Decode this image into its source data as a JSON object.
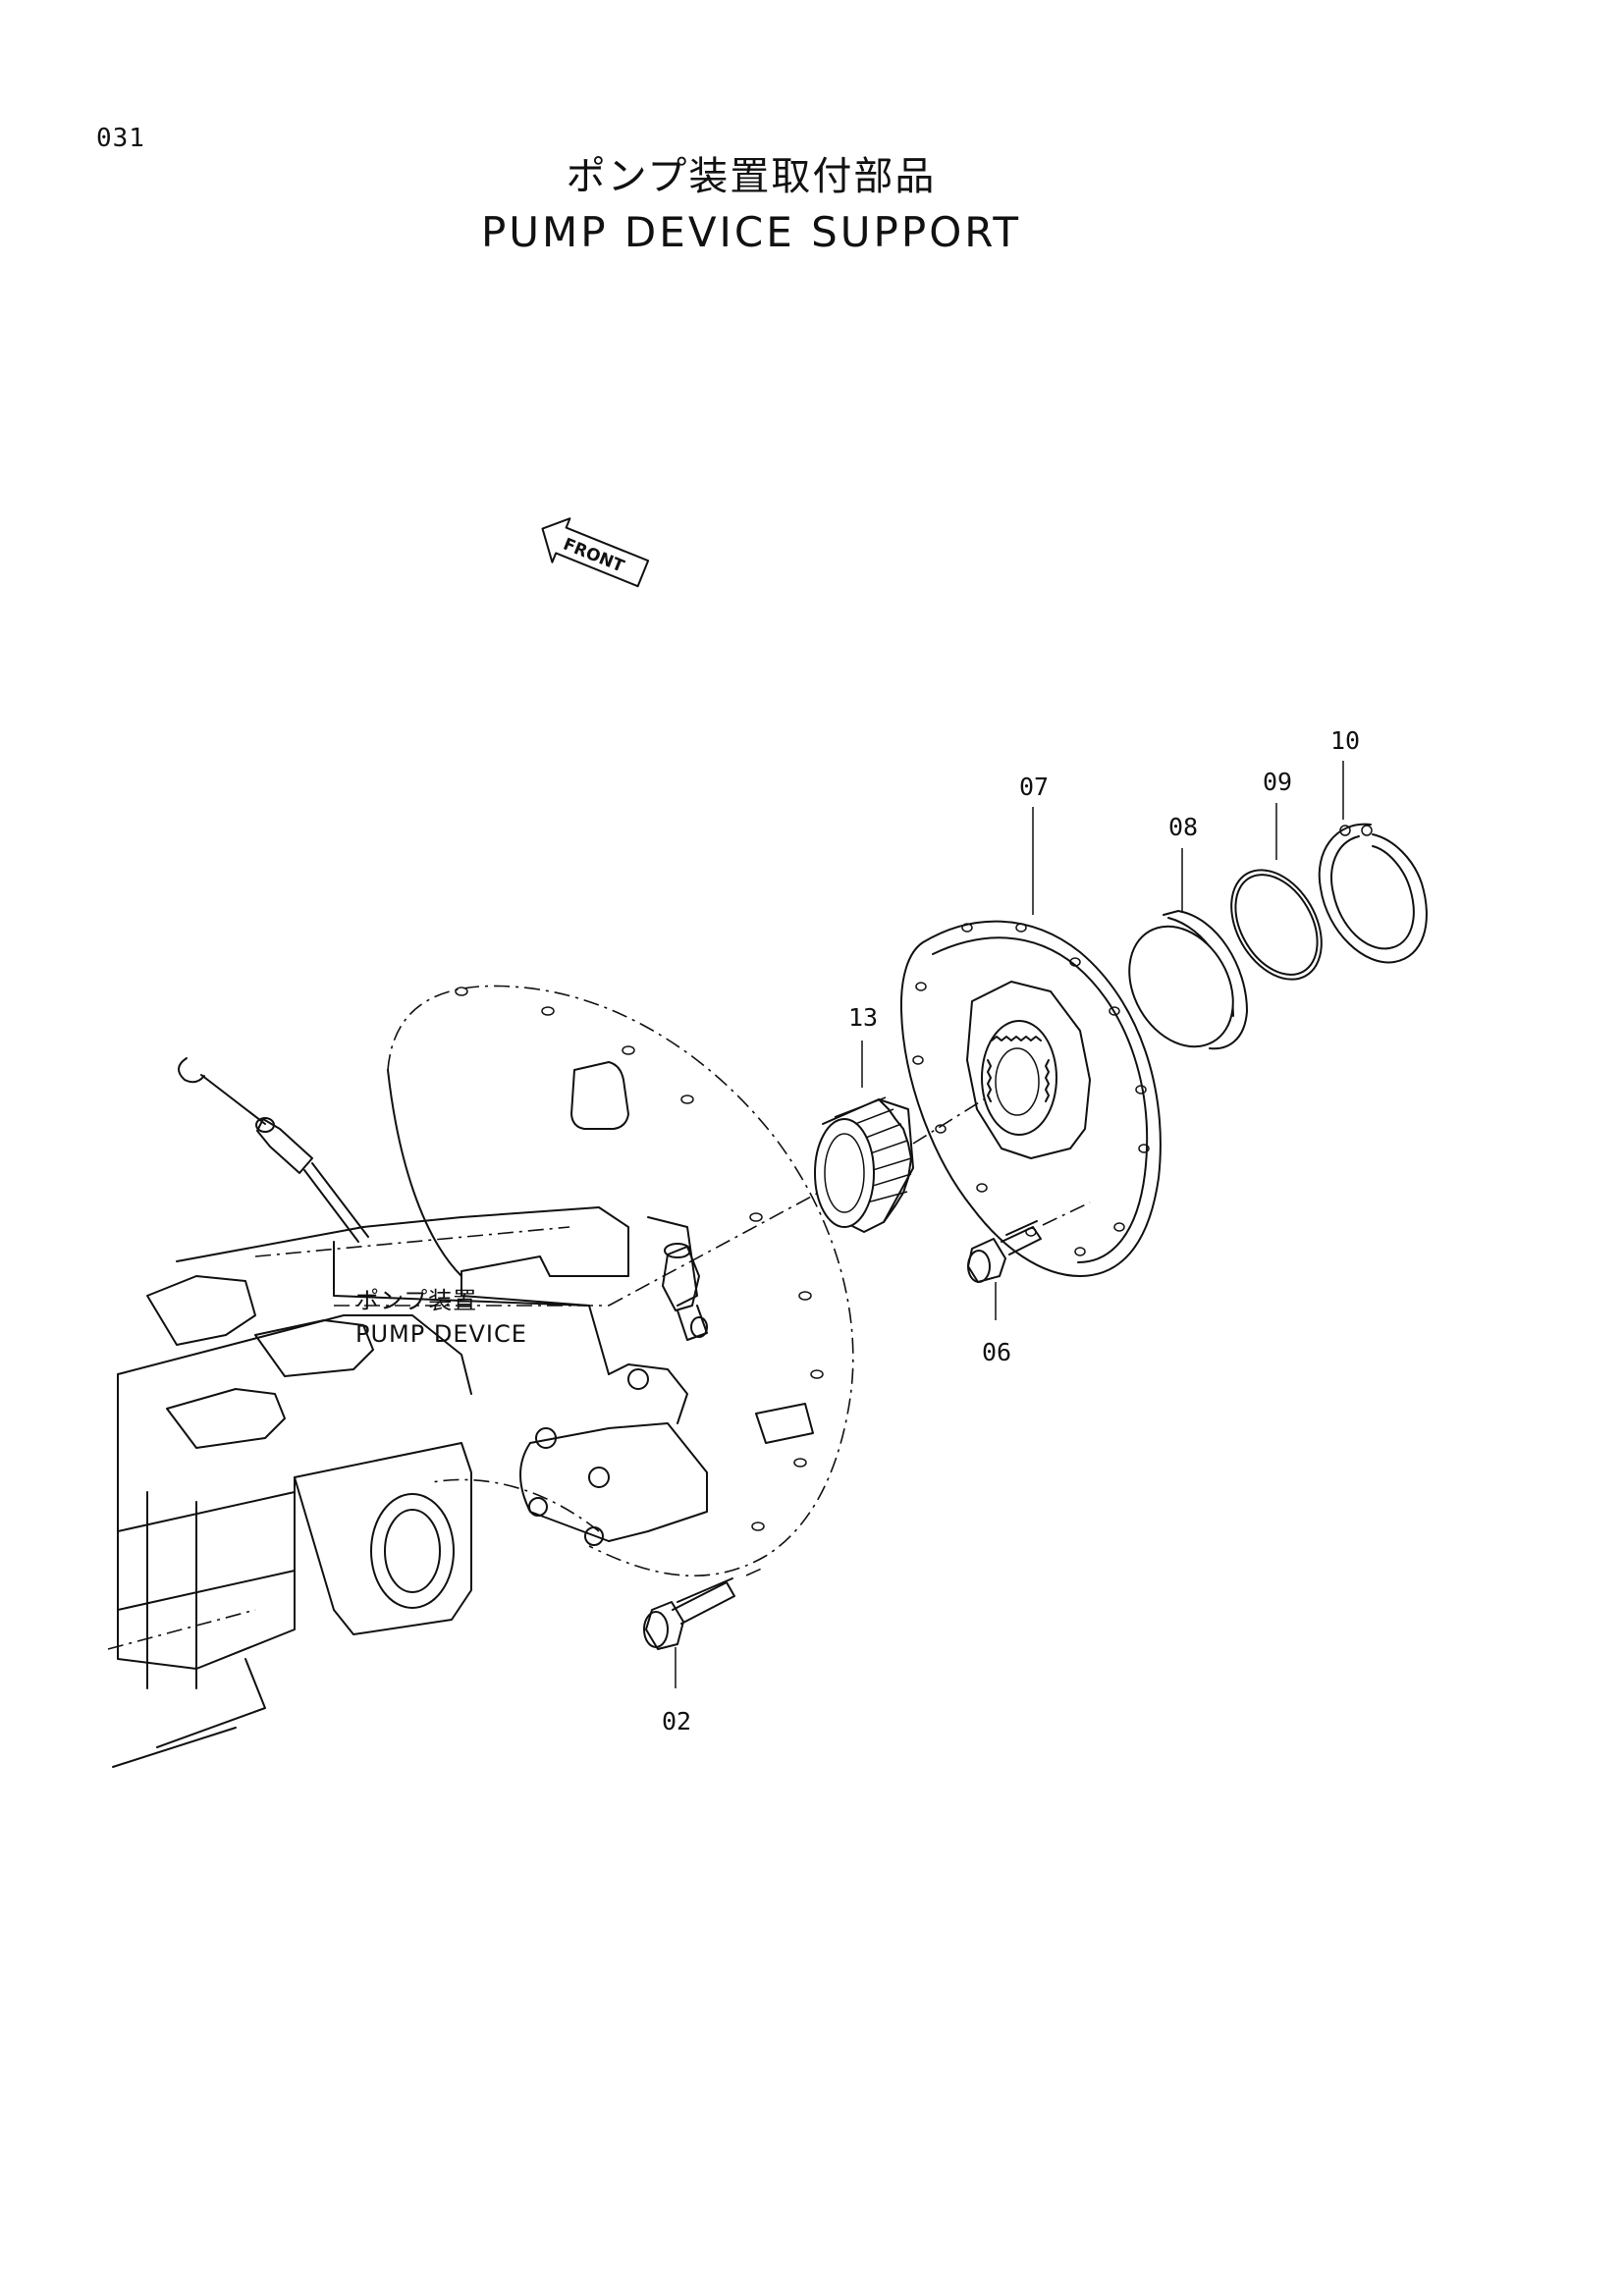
{
  "page_number": "031",
  "title_jp": "ポンプ装置取付部品",
  "title_en": "PUMP DEVICE SUPPORT",
  "front_label": "FRONT",
  "assembly_label_jp": "ポンプ装置",
  "assembly_label_en": "PUMP DEVICE",
  "callouts": {
    "c02": "02",
    "c06": "06",
    "c07": "07",
    "c08": "08",
    "c09": "09",
    "c10": "10",
    "c13": "13"
  }
}
